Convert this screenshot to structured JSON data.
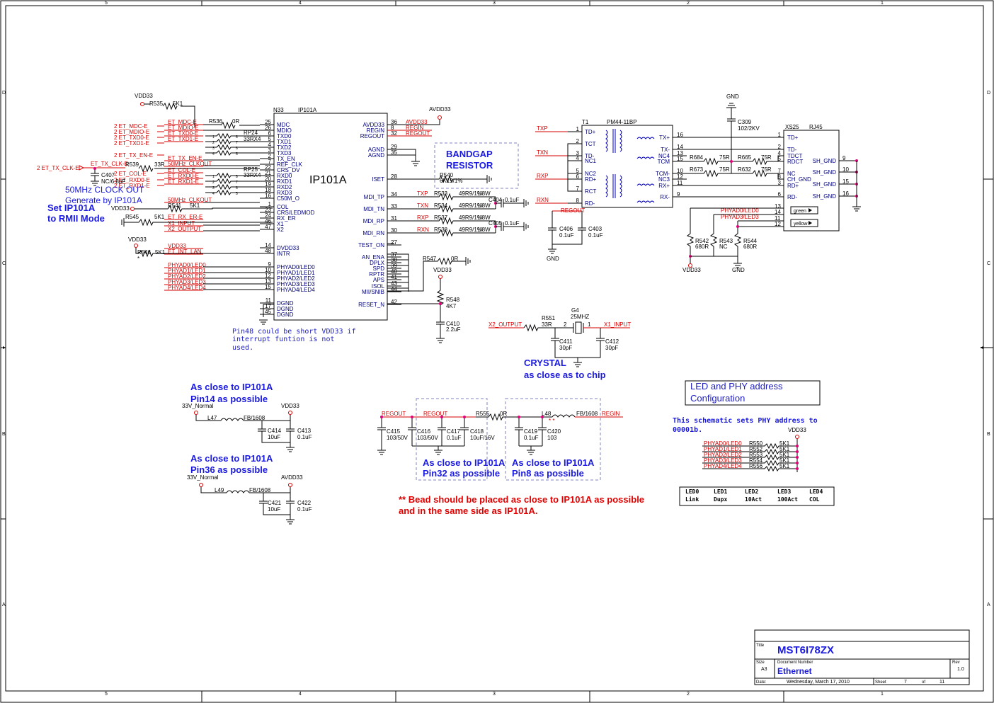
{
  "border": {
    "cols": [
      "5",
      "4",
      "3",
      "2",
      "1"
    ],
    "rows": [
      "D",
      "C",
      "B",
      "A"
    ]
  },
  "chip": {
    "ref": "N33",
    "part": "IP101A",
    "name": "IP101A",
    "left_pins": [
      {
        "num": "25",
        "name": "MDC"
      },
      {
        "num": "26",
        "name": "MDIO"
      },
      {
        "num": "6",
        "name": "TXD0"
      },
      {
        "num": "5",
        "name": "TXD1"
      },
      {
        "num": "4",
        "name": "TXD2"
      },
      {
        "num": "3",
        "name": "TXD3"
      },
      {
        "num": "2",
        "name": "TX_EN"
      },
      {
        "num": "7",
        "name": "REF_CLK"
      },
      {
        "num": "22",
        "name": "CRS_DV"
      },
      {
        "num": "21",
        "name": "RXD0"
      },
      {
        "num": "20",
        "name": "RXD1"
      },
      {
        "num": "19",
        "name": "RXD2"
      },
      {
        "num": "18",
        "name": "RXD3"
      },
      {
        "num": "16",
        "name": "C50M_O"
      },
      {
        "num": "1",
        "name": "COL"
      },
      {
        "num": "23",
        "name": "CRS/LEDMOD"
      },
      {
        "num": "24",
        "name": "RX_ER"
      },
      {
        "num": "46",
        "name": "X1"
      },
      {
        "num": "47",
        "name": "X2"
      },
      {
        "num": "14",
        "name": "DVDD33"
      },
      {
        "num": "48",
        "name": "INTR"
      },
      {
        "num": "9",
        "name": "PHYAD0/LED0"
      },
      {
        "num": "10",
        "name": "PHYAD1/LED1"
      },
      {
        "num": "12",
        "name": "PHYAD2/LED2"
      },
      {
        "num": "13",
        "name": "PHYAD3/LED3"
      },
      {
        "num": "15",
        "name": "PHYAD4/LED4"
      },
      {
        "num": "11",
        "name": "DGND"
      },
      {
        "num": "17",
        "name": "DGND"
      },
      {
        "num": "45",
        "name": "DGND"
      }
    ],
    "right_pins": [
      {
        "num": "36",
        "name": "AVDD33"
      },
      {
        "num": "8",
        "name": "REGIN"
      },
      {
        "num": "32",
        "name": "REGOUT"
      },
      {
        "num": "29",
        "name": "AGND"
      },
      {
        "num": "35",
        "name": "AGND"
      },
      {
        "num": "28",
        "name": "ISET"
      },
      {
        "num": "34",
        "name": "MDI_TP"
      },
      {
        "num": "33",
        "name": "MDI_TN"
      },
      {
        "num": "31",
        "name": "MDI_RP"
      },
      {
        "num": "30",
        "name": "MDI_RN"
      },
      {
        "num": "27",
        "name": "TEST_ON"
      },
      {
        "num": "37",
        "name": "AN_ENA"
      },
      {
        "num": "38",
        "name": "DPLX"
      },
      {
        "num": "39",
        "name": "SPD"
      },
      {
        "num": "40",
        "name": "RPTR"
      },
      {
        "num": "41",
        "name": "APS"
      },
      {
        "num": "43",
        "name": "ISOL"
      },
      {
        "num": "44",
        "name": "MII/SNIB"
      },
      {
        "num": "42",
        "name": "RESET_N"
      }
    ]
  },
  "left_nets": {
    "ext": [
      {
        "label": "2  ET_MDC-E"
      },
      {
        "label": "2  ET_MDIO-E"
      },
      {
        "label": "2  ET_TXD0-E"
      },
      {
        "label": "2  ET_TXD1-E"
      },
      {
        "label": "2  ET_TX_EN-E"
      },
      {
        "label": "2  ET_TX_CLK-E"
      },
      {
        "label": "2  ET_COL-E"
      },
      {
        "label": "2  ET_RXD0-E"
      },
      {
        "label": "2  ET_RXD1-E"
      }
    ],
    "inner": [
      "ET_MDC-E",
      "ET_MDIO-E",
      "ET_TXD0-E",
      "ET_TXD1-E",
      "ET_TX_EN-E",
      "50MHz_CLKOUT",
      "ET_COL-E",
      "ET_RXD0-E",
      "ET_RXD1-E",
      "50MHz_CLKOUT",
      "ET_RX_ER-E",
      "X1_INPUT",
      "X2_OUTPUT",
      "VDD33",
      "ET_INT_LAN",
      "PHYAD0/LED0",
      "PHYAD1/LED1",
      "PHYAD2/LED2",
      "PHYAD3/LED3",
      "PHYAD4/LED4"
    ],
    "tx_clk_inner": "ET_TX_CLK-E"
  },
  "parts_left": {
    "vdd33": "VDD33",
    "r535": "R535",
    "r535v": "5K1",
    "r536": "R536",
    "r536v": "0R",
    "rp24": "RP24",
    "rp24v": "33RX4",
    "rp25": "RP25",
    "rp25v": "33RX4",
    "r539": "R539",
    "r539v": "33R",
    "c407": "C407",
    "c407v": "NC/6.8pF",
    "r541": "R541",
    "r541v": "5K1",
    "r545": "R545",
    "r545v": "5K1",
    "r546": "R546",
    "r546v": "5K1",
    "star": "*",
    "rp_pins_a": [
      "1",
      "2",
      "3",
      "4"
    ],
    "rp_pins_b": [
      "8",
      "7",
      "6",
      "5"
    ]
  },
  "notes": {
    "clock_out_1": "50MHz CLOCK OUT",
    "clock_out_2": "Generate by IP101A",
    "rmii_1": "Set IP101A",
    "rmii_2": "to RMII Mode",
    "pin48_1": "Pin48 could be short VDD33 if",
    "pin48_2": "interrupt funtion is not",
    "pin48_3": "used.",
    "bandgap_1": "BANDGAP",
    "bandgap_2": "RESISTOR",
    "crystal_1": "CRYSTAL",
    "crystal_2": "as close as to chip",
    "close14_1": "As close to IP101A",
    "close14_2": "Pin14 as possible",
    "close36_1": "As close to IP101A",
    "close36_2": "Pin36 as possible",
    "close32_1": "As close to IP101A",
    "close32_2": "Pin32 as possible",
    "close8_1": "As close to IP101A",
    "close8_2": "Pin8 as possible",
    "bead_1": "** Bead should be placed as close to IP101A as possible",
    "bead_2": "and in the same side as IP101A.",
    "led_box_1": "LED and PHY address",
    "led_box_2": "Configuration",
    "phy_1": "This schematic sets PHY address to",
    "phy_2": "00001b."
  },
  "right_side_chip": {
    "avdd33": "AVDD33",
    "avdd33_net": "AVDD33",
    "regin_net": "REGIN",
    "regout_net": "REGOUT",
    "r540": "R540",
    "r540v": "6K19/1%",
    "mdi": [
      {
        "net": "TXP",
        "ref": "R533",
        "val": "49R9/1%",
        "w": "1/8W"
      },
      {
        "net": "TXN",
        "ref": "R534",
        "val": "49R9/1%",
        "w": "1/8W"
      },
      {
        "net": "RXP",
        "ref": "R537",
        "val": "49R9/1%",
        "w": "1/8W"
      },
      {
        "net": "RXN",
        "ref": "R538",
        "val": "49R9/1%",
        "w": "1/8W"
      }
    ],
    "c404": "C404",
    "c404v": "0.1uF",
    "c405": "C405",
    "c405v": "0.1uF",
    "r547": "R547",
    "r547v": "0R",
    "vdd33": "VDD33",
    "r548": "R548",
    "r548v": "4K7",
    "c410": "C410",
    "c410v": "2.2uF"
  },
  "transformer": {
    "ref": "T1",
    "part": "PM44-11BP",
    "left_pins": [
      {
        "num": "1",
        "name": "TD+"
      },
      {
        "num": "2",
        "name": "TCT"
      },
      {
        "num": "3",
        "name": "TD-"
      },
      {
        "num": "4",
        "name": "NC1"
      },
      {
        "num": "5",
        "name": "NC2"
      },
      {
        "num": "6",
        "name": "RD+"
      },
      {
        "num": "7",
        "name": "RCT"
      },
      {
        "num": "8",
        "name": "RD-"
      }
    ],
    "right_pins": [
      {
        "num": "16",
        "name": "TX+"
      },
      {
        "num": "14",
        "name": "TX-"
      },
      {
        "num": "13",
        "name": "NC4"
      },
      {
        "num": "15",
        "name": "TCM"
      },
      {
        "num": "10",
        "name": "TCM-"
      },
      {
        "num": "12",
        "name": "NC3"
      },
      {
        "num": "11",
        "name": "RX+"
      },
      {
        "num": "9",
        "name": "RX-"
      }
    ],
    "nets": [
      "TXP",
      "TXN",
      "RXP",
      "RXN"
    ],
    "regout": "REGOUT",
    "c406": "C406",
    "c406v": "0.1uF",
    "c403": "C403",
    "c403v": "0.1uF",
    "gnd": "GND"
  },
  "rj45": {
    "ref": "XS25",
    "part": "RJ45",
    "left_pins": [
      {
        "num": "1",
        "name": "TD+"
      },
      {
        "num": "2",
        "name": "TD-"
      },
      {
        "num": "4",
        "name": "TDCT"
      },
      {
        "num": "5",
        "name": "RDCT"
      },
      {
        "num": "7",
        "name": "NC"
      },
      {
        "num": "8",
        "name": "CH_GND"
      },
      {
        "num": "3",
        "name": "RD+"
      },
      {
        "num": "6",
        "name": "RD-"
      }
    ],
    "right_pins": [
      {
        "num": "9",
        "name": "SH_GND"
      },
      {
        "num": "10",
        "name": "SH_GND"
      },
      {
        "num": "15",
        "name": "SH_GND"
      },
      {
        "num": "16",
        "name": "SH_GND"
      }
    ],
    "led_pins": [
      "13",
      "14",
      "11",
      "12"
    ],
    "green": "green",
    "yellow": "yellow",
    "gnd": "GND",
    "c309": "C309",
    "c309v": "102/2KV",
    "r684": "R684",
    "r684v": "75R",
    "r665": "R665",
    "r665v": "75R",
    "r673": "R673",
    "r673v": "75R",
    "r632": "R632",
    "r632v": "75R",
    "led_nets": [
      "PHYAD0/LED0",
      "PHYAD3/LED3"
    ],
    "r542": "R542",
    "r542v": "680R",
    "r543": "R543",
    "r543v": "NC",
    "r544": "R544",
    "r544v": "680R",
    "vdd33": "VDD33",
    "gnd2": "GND"
  },
  "crystal": {
    "ref": "G4",
    "val": "25MHZ",
    "x2": "X2_OUTPUT",
    "x1": "X1_INPUT",
    "r551": "R551",
    "r551v": "33R",
    "pin2": "2",
    "pin1": "1",
    "c411": "C411",
    "c411v": "30pF",
    "c412": "C412",
    "c412v": "30pF"
  },
  "supply14": {
    "net": "33V_Normal",
    "vdd": "VDD33",
    "l": "L47",
    "lv": "FB/1608",
    "c1": "C414",
    "c1v": "10uF",
    "c2": "C413",
    "c2v": "0.1uF"
  },
  "supply36": {
    "net": "33V_Normal",
    "vdd": "AVDD33",
    "l": "L49",
    "lv": "FB/1608",
    "c1": "C421",
    "c1v": "10uF",
    "c2": "C422",
    "c2v": "0.1uF"
  },
  "regulator": {
    "regout1": "REGOUT",
    "regout2": "REGOUT",
    "regin": "REGIN",
    "c415": "C415",
    "c415v": "103/50V",
    "c416": "C416",
    "c416v": "103/50V",
    "c417": "C417",
    "c417v": "0.1uF",
    "c418": "C418",
    "c418v": "10uF/16V",
    "r555": "R555",
    "r555v": "0R",
    "l48": "L48",
    "l48v": "FB/1608",
    "stars": "* *",
    "c419": "C419",
    "c419v": "0.1uF",
    "c420": "C420",
    "c420v": "103"
  },
  "phy_config": {
    "vdd": "VDD33",
    "rows": [
      {
        "net": "PHYAD0/LED0",
        "ref": "R550",
        "val": "5K1"
      },
      {
        "net": "PHYAD1/LED1",
        "ref": "R552",
        "val": "5K1"
      },
      {
        "net": "PHYAD2/LED2",
        "ref": "R553",
        "val": "5K1"
      },
      {
        "net": "PHYAD3/LED3",
        "ref": "R554",
        "val": "5K1"
      },
      {
        "net": "PHYAD4/LED4",
        "ref": "R556",
        "val": "5K1"
      }
    ],
    "table_head": [
      "LED0",
      "LED1",
      "LED2",
      "LED3",
      "LED4"
    ],
    "table_row": [
      "Link",
      "Dupx",
      "10Act",
      "100Act",
      "COL"
    ]
  },
  "title_block": {
    "title_label": "Title",
    "title": "MST6I78ZX",
    "size_label": "Size",
    "size": "A3",
    "docnum_label": "Document Number",
    "docnum": "Ethernet",
    "rev_label": "Rev",
    "rev": "1.0",
    "date_label": "Date:",
    "date": "Wednesday, March 17, 2010",
    "sheet_label": "Sheet",
    "sheet": "7",
    "of_label": "of",
    "sheets": "11"
  }
}
